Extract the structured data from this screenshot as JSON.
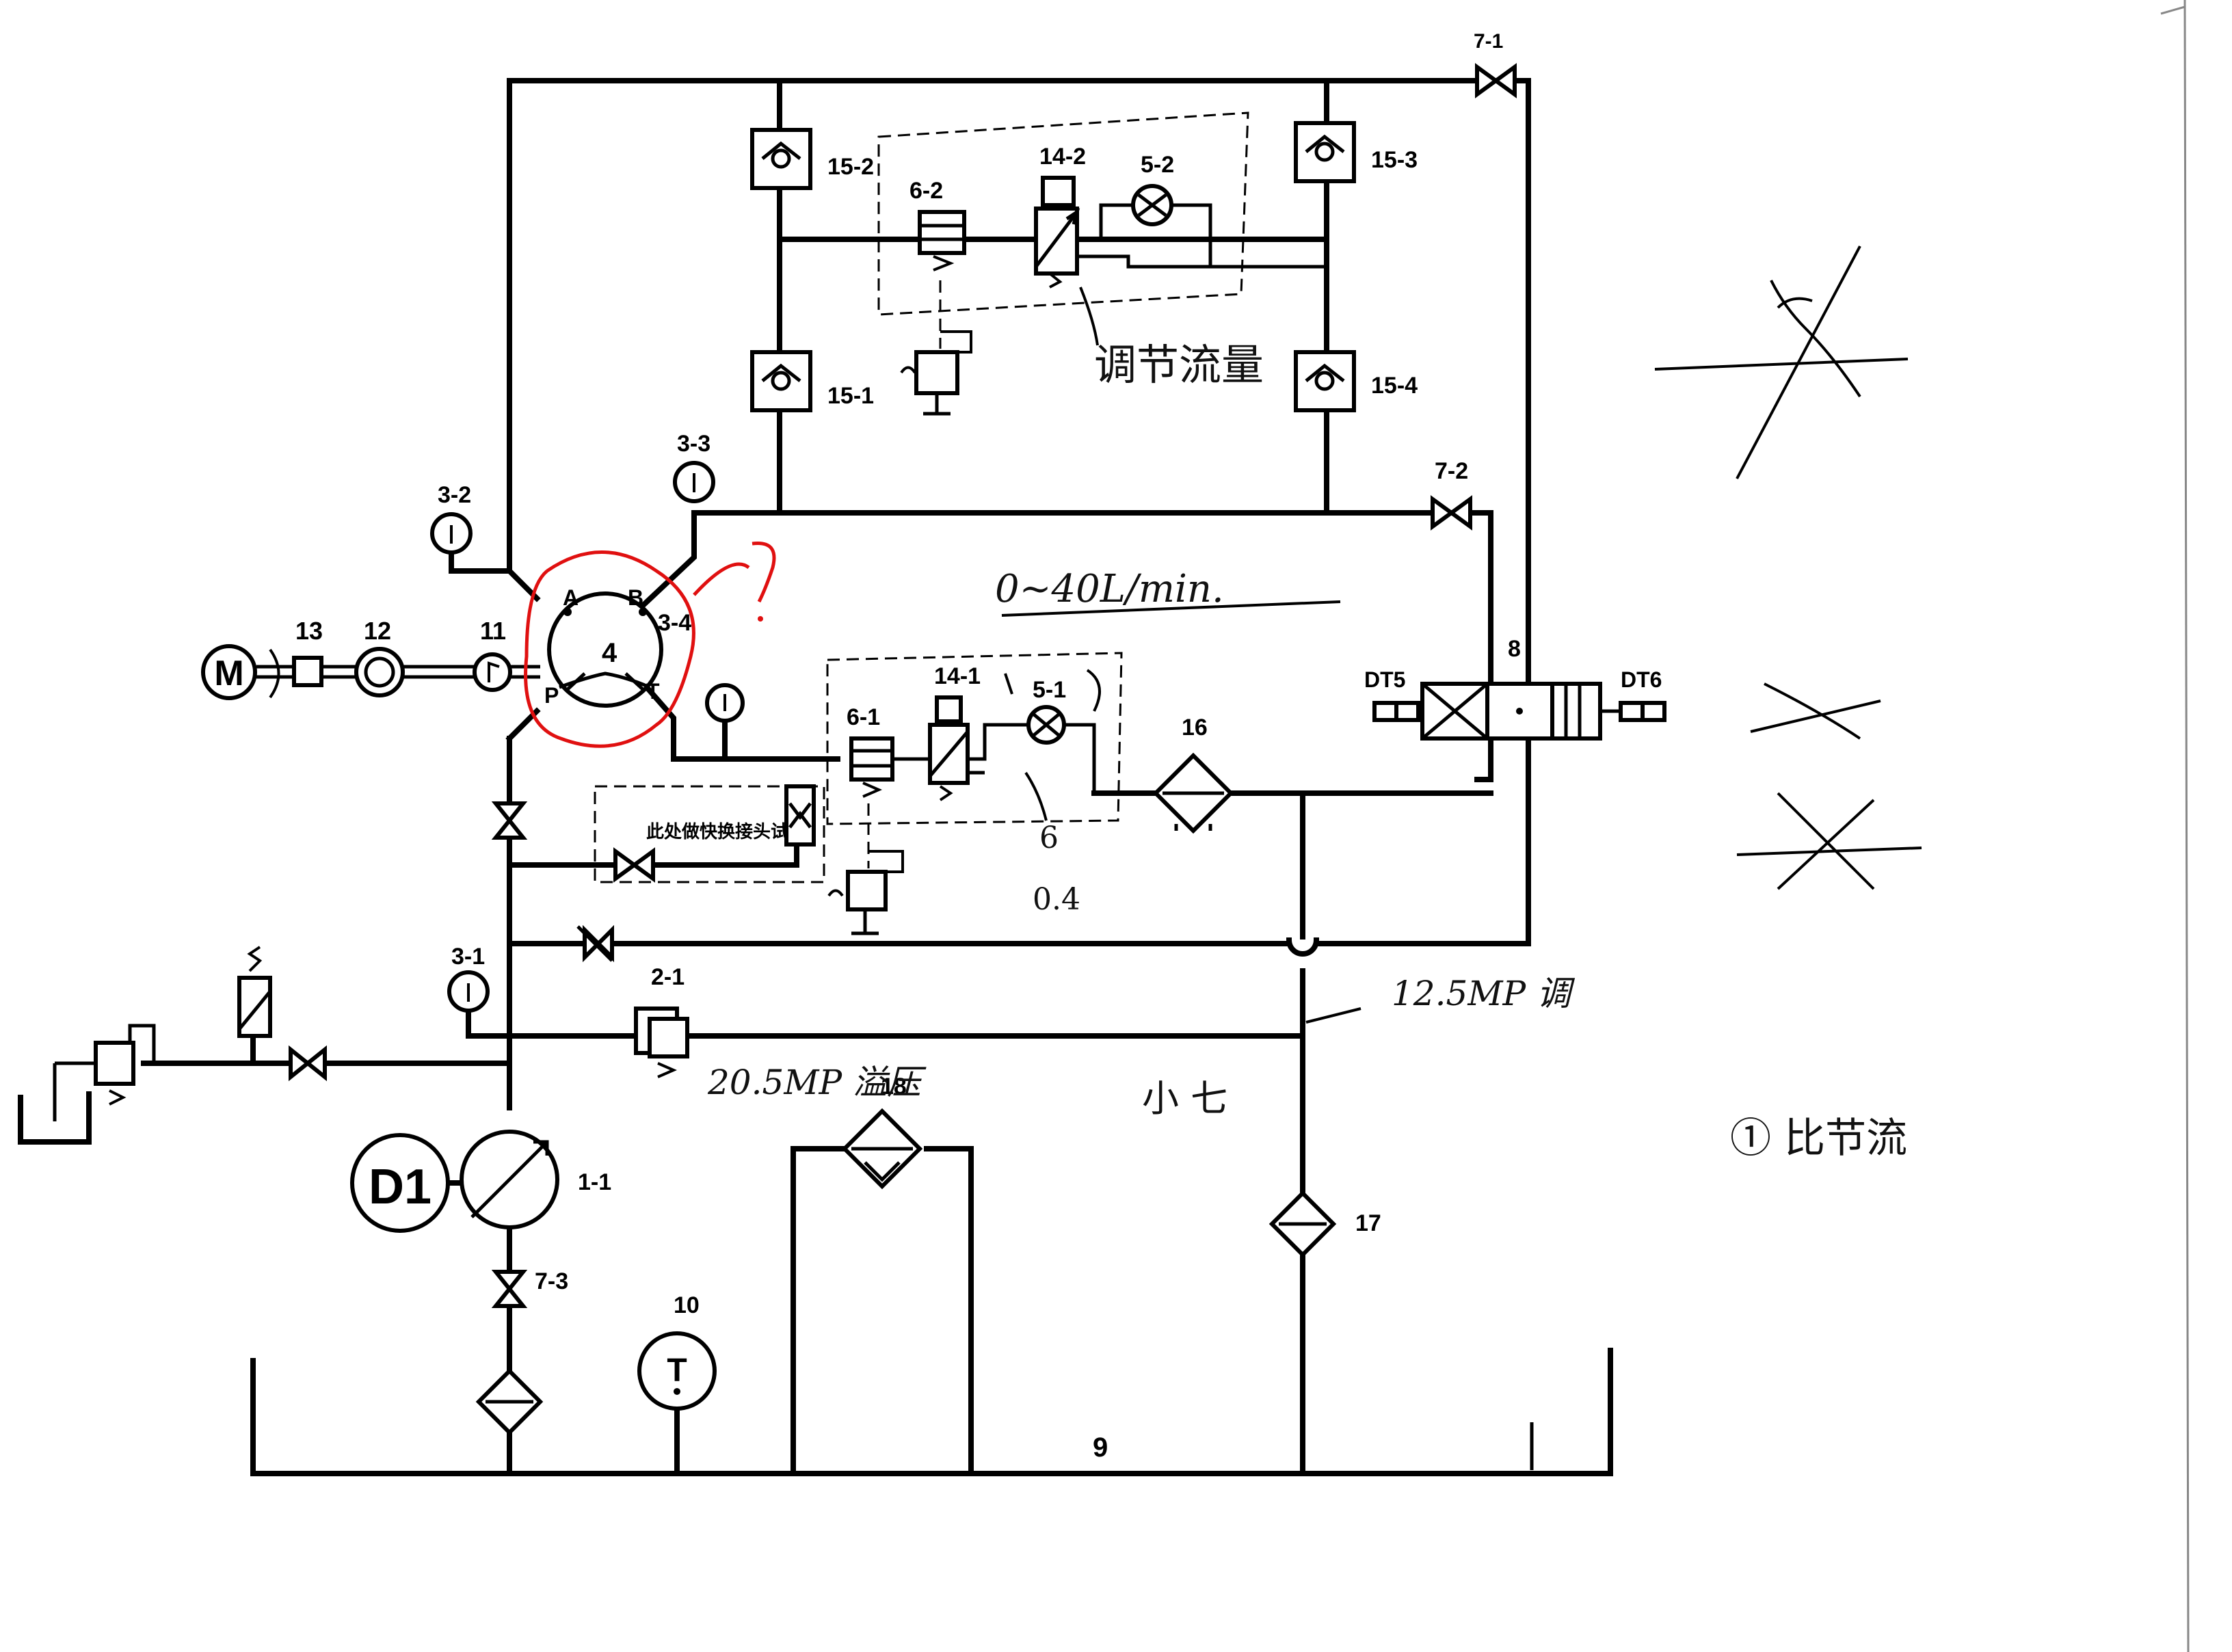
{
  "labels": {
    "m": "M",
    "d1": "D1",
    "n13": "13",
    "n12": "12",
    "n11": "11",
    "n4": "4",
    "pA": "A",
    "pB": "B",
    "pP": "P",
    "pT": "T",
    "g32": "3-2",
    "g33": "3-3",
    "g34": "3-4",
    "g31": "3-1",
    "v71": "7-1",
    "v72": "7-2",
    "v73": "7-3",
    "c152": "15-2",
    "c153": "15-3",
    "c151": "15-1",
    "c154": "15-4",
    "r62": "6-2",
    "t142": "14-2",
    "f52": "5-2",
    "r61": "6-1",
    "t141": "14-1",
    "f51": "5-1",
    "n16": "16",
    "n8": "8",
    "dt5": "DT5",
    "dt6": "DT6",
    "r21": "2-1",
    "p11": "1-1",
    "n17": "17",
    "n18": "18",
    "n10": "10",
    "n9": "9",
    "t_thermo": "T"
  },
  "notes": {
    "box_quick_coupler": "此处做快换接头试验",
    "adjust_flow": "调节流量",
    "flow_range": "0~40L/min.",
    "p125": "12.5MP 调",
    "p205": "20.5MP 溢压",
    "hand_6": "6",
    "hand_04": "0.4",
    "hand_small": "小 七",
    "question": "?",
    "right_note": "① 比节流"
  },
  "colors": {
    "line": "#000000",
    "annotation_red": "#e01010"
  }
}
